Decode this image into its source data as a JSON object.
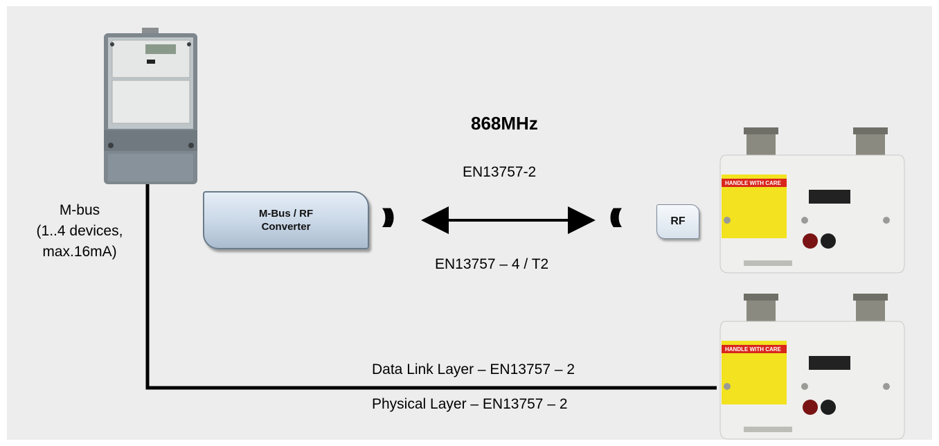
{
  "frequency_label": "868MHz",
  "wireless_top_label": "EN13757-2",
  "wireless_bottom_label": "EN13757 – 4 / T2",
  "converter_label_line1": "M-Bus / RF",
  "converter_label_line2": "Converter",
  "rf_module_label": "RF",
  "mbus_label": [
    "M-bus",
    "(1..4 devices,",
    "max.16mA)"
  ],
  "wired_top_label": "Data Link Layer – EN13757 – 2",
  "wired_bottom_label": "Physical Layer – EN13757 – 2",
  "gas_meter_sticker": "HANDLE WITH CARE",
  "colors": {
    "background": "#ededed",
    "sticker": "#f7e41a",
    "sticker_band": "#d9261c",
    "wire": "#000000"
  }
}
